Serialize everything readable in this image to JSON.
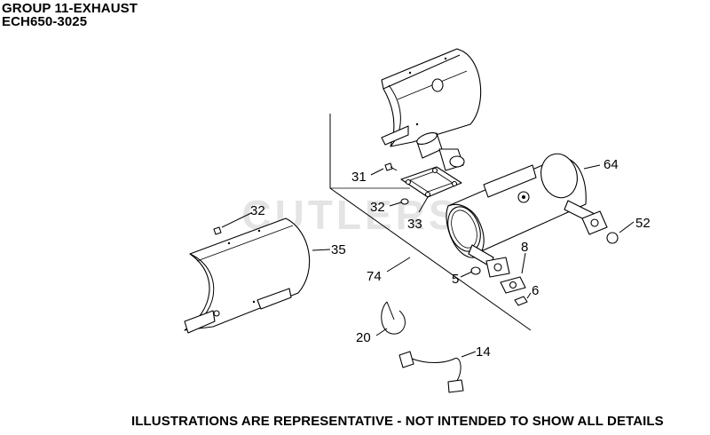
{
  "header": {
    "group_title": "GROUP 11-EXHAUST",
    "model": "ECH650-3025"
  },
  "watermark": "CUTLERS",
  "callouts": {
    "c64": "64",
    "c31": "31",
    "c32a": "32",
    "c33": "33",
    "c32b": "32",
    "c35": "35",
    "c52": "52",
    "c8": "8",
    "c74": "74",
    "c5": "5",
    "c6": "6",
    "c20": "20",
    "c14": "14"
  },
  "footer": {
    "disclaimer": "ILLUSTRATIONS ARE REPRESENTATIVE - NOT INTENDED TO SHOW ALL DETAILS"
  }
}
